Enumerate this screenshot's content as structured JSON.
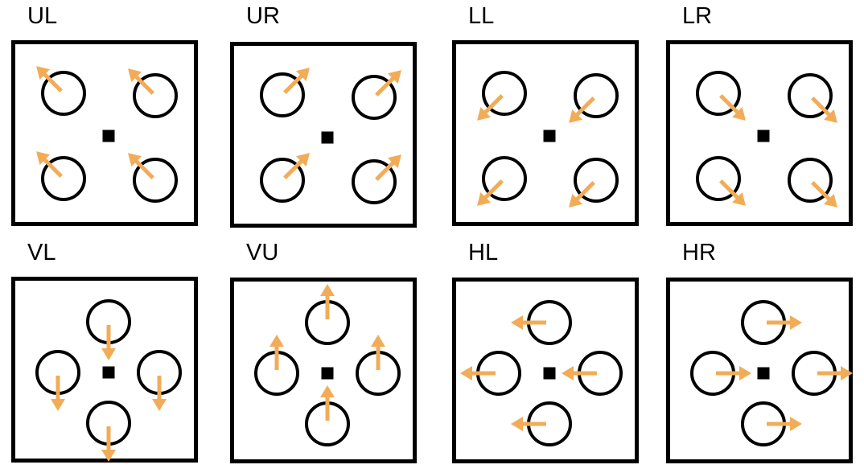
{
  "figure": {
    "panels": [
      {
        "id": "UL",
        "label": "UL",
        "layout": "square-corners",
        "arrow_direction": "up-left"
      },
      {
        "id": "UR",
        "label": "UR",
        "layout": "square-corners",
        "arrow_direction": "up-right"
      },
      {
        "id": "LL",
        "label": "LL",
        "layout": "square-corners",
        "arrow_direction": "down-left"
      },
      {
        "id": "LR",
        "label": "LR",
        "layout": "square-corners",
        "arrow_direction": "down-right"
      },
      {
        "id": "VL",
        "label": "VL",
        "layout": "diamond",
        "arrow_direction": "down"
      },
      {
        "id": "VU",
        "label": "VU",
        "layout": "diamond",
        "arrow_direction": "up"
      },
      {
        "id": "HL",
        "label": "HL",
        "layout": "diamond",
        "arrow_direction": "left"
      },
      {
        "id": "HR",
        "label": "HR",
        "layout": "diamond",
        "arrow_direction": "right"
      }
    ],
    "colors": {
      "arrow": "#F2AC57",
      "frame": "#000000",
      "circle": "#000000",
      "fixation": "#000000",
      "background": "#FFFFFF"
    },
    "elements": {
      "frame": "square frame",
      "stimulus": "open circle",
      "fixation": "filled square",
      "motion": "arrow"
    }
  }
}
